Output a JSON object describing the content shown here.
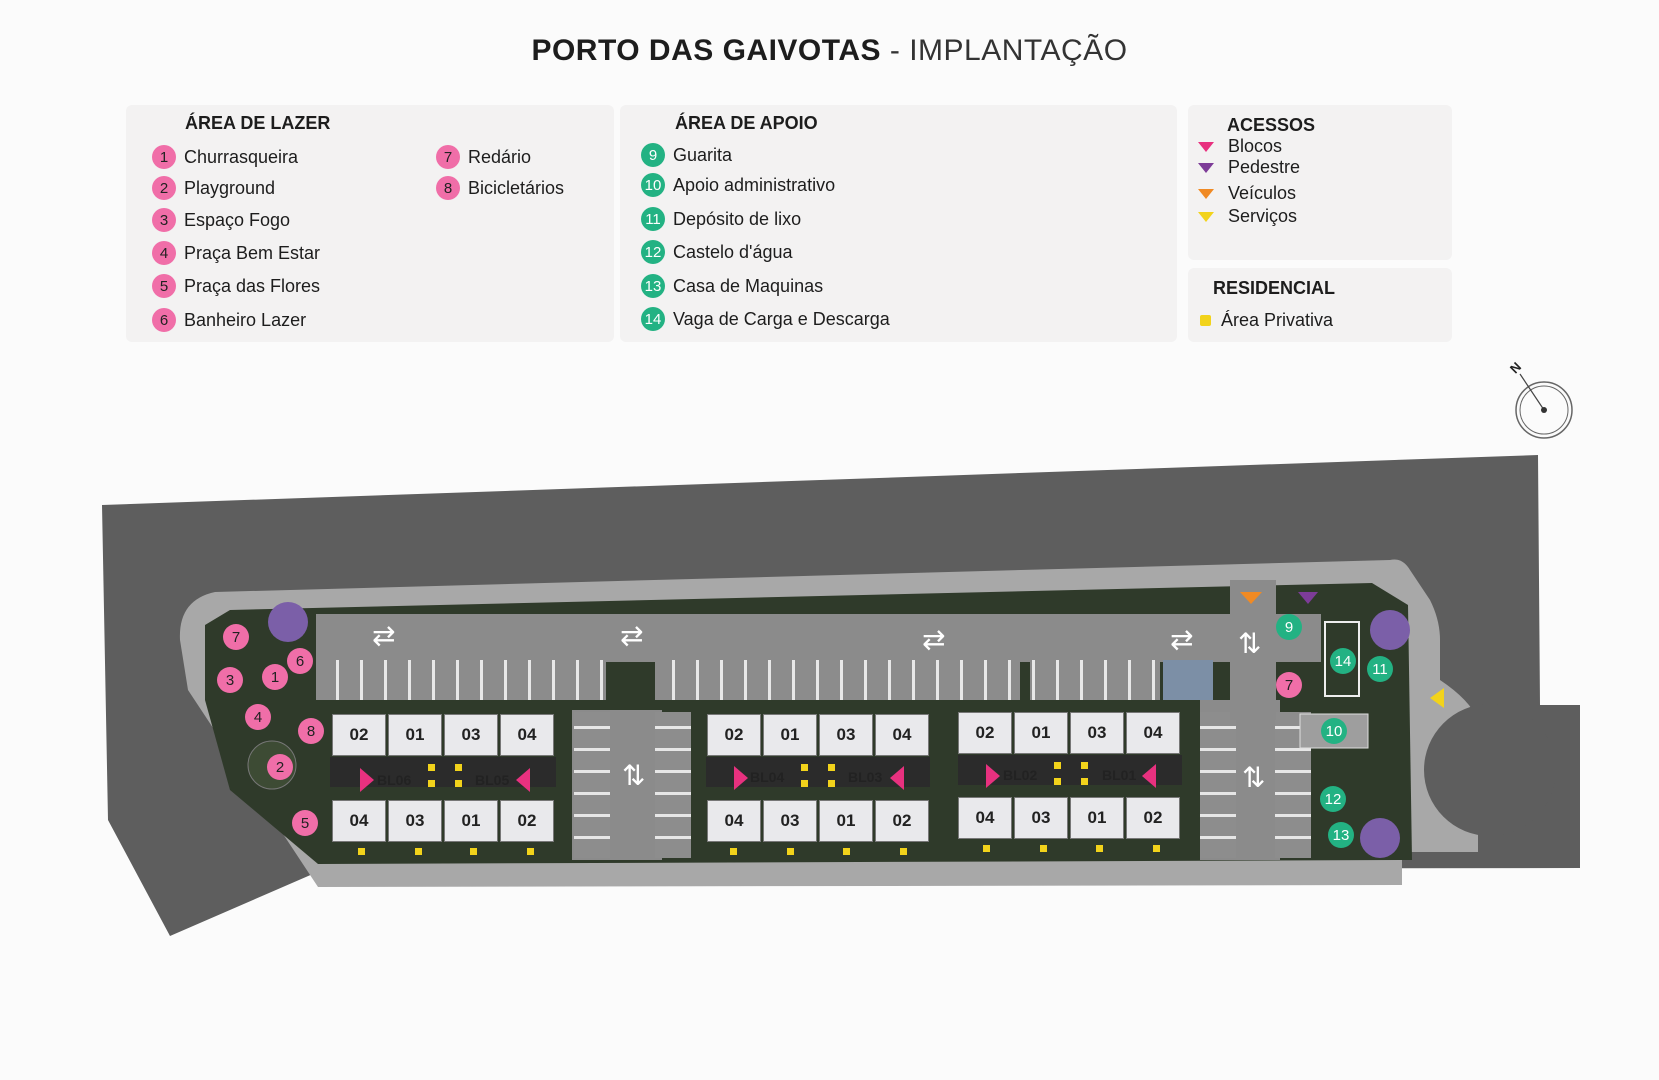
{
  "title": {
    "bold": "PORTO DAS GAIVOTAS",
    "separator": " - ",
    "light": "IMPLANTAÇÃO"
  },
  "lazer": {
    "title": "ÁREA DE LAZER",
    "items": [
      {
        "num": "1",
        "label": "Churrasqueira"
      },
      {
        "num": "2",
        "label": "Playground"
      },
      {
        "num": "3",
        "label": "Espaço Fogo"
      },
      {
        "num": "4",
        "label": "Praça Bem Estar"
      },
      {
        "num": "5",
        "label": "Praça das Flores"
      },
      {
        "num": "6",
        "label": "Banheiro Lazer"
      },
      {
        "num": "7",
        "label": "Redário"
      },
      {
        "num": "8",
        "label": "Bicicletários"
      }
    ]
  },
  "apoio": {
    "title": "ÁREA DE APOIO",
    "items": [
      {
        "num": "9",
        "label": "Guarita"
      },
      {
        "num": "10",
        "label": "Apoio administrativo"
      },
      {
        "num": "11",
        "label": "Depósito de lixo"
      },
      {
        "num": "12",
        "label": "Castelo d'água"
      },
      {
        "num": "13",
        "label": "Casa de Maquinas"
      },
      {
        "num": "14",
        "label": "Vaga de Carga e Descarga"
      }
    ]
  },
  "acessos": {
    "title": "ACESSOS",
    "items": [
      {
        "label": "Blocos",
        "color": "#e8317f"
      },
      {
        "label": "Pedestre",
        "color": "#7d3c98"
      },
      {
        "label": "Veículos",
        "color": "#f08a24"
      },
      {
        "label": "Serviços",
        "color": "#f2d31b"
      }
    ]
  },
  "residencial": {
    "title": "RESIDENCIAL",
    "items": [
      {
        "label": "Área Privativa",
        "color": "#f2d31b"
      }
    ]
  },
  "compass": {
    "label": "N"
  },
  "map": {
    "blocks": [
      {
        "label": "BL06"
      },
      {
        "label": "BL05"
      },
      {
        "label": "BL04"
      },
      {
        "label": "BL03"
      },
      {
        "label": "BL02"
      },
      {
        "label": "BL01"
      }
    ],
    "units_top": [
      "02",
      "01",
      "03",
      "04"
    ],
    "units_bottom": [
      "04",
      "03",
      "01",
      "02"
    ],
    "badge_labels": {
      "b1": "1",
      "b2": "2",
      "b3": "3",
      "b4": "4",
      "b5": "5",
      "b6": "6",
      "b7a": "7",
      "b7b": "7",
      "b8": "8",
      "b9": "9",
      "b10": "10",
      "b11": "11",
      "b12": "12",
      "b13": "13",
      "b14": "14"
    }
  }
}
